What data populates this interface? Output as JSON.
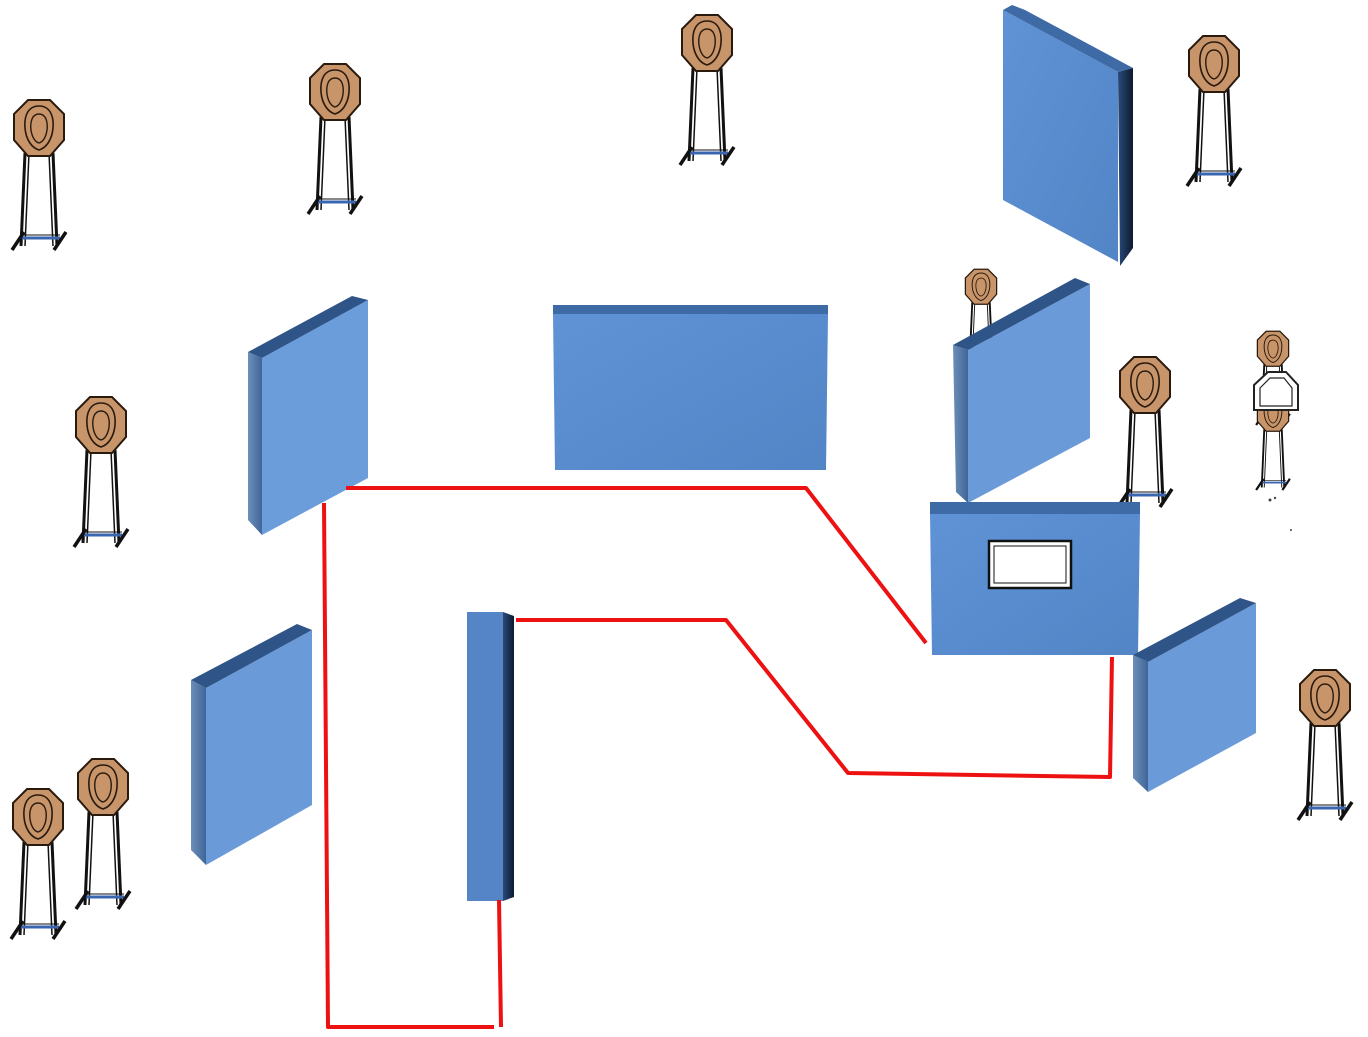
{
  "colors": {
    "background": "#ffffff",
    "wall_face": "#5b8ed0",
    "wall_face_light": "#6a9ad8",
    "wall_top": "#3e6aa5",
    "wall_edge_dark": "#1b2f52",
    "fault_line": "#ee1111",
    "target_face": "#c8956a",
    "target_outline": "#2a1a0e",
    "stand": "#111111",
    "stand_crossbar": "#3a66b0"
  },
  "legend": [],
  "objects": {
    "targets": [
      {
        "name": "target-1",
        "kind": "steel-target-on-stand"
      },
      {
        "name": "target-2",
        "kind": "steel-target-on-stand"
      },
      {
        "name": "target-3",
        "kind": "steel-target-on-stand"
      },
      {
        "name": "target-4",
        "kind": "steel-target-on-stand"
      },
      {
        "name": "target-5",
        "kind": "steel-target-on-stand"
      },
      {
        "name": "target-6",
        "kind": "steel-target-on-stand"
      },
      {
        "name": "target-7",
        "kind": "steel-target-on-stand"
      },
      {
        "name": "target-8",
        "kind": "steel-target-on-stand"
      },
      {
        "name": "target-9",
        "kind": "steel-target-on-stand"
      },
      {
        "name": "target-10",
        "kind": "steel-target-on-stand"
      },
      {
        "name": "target-11",
        "kind": "steel-target-on-stand"
      },
      {
        "name": "target-12",
        "kind": "steel-target-on-stand"
      },
      {
        "name": "target-13",
        "kind": "steel-target-on-stand"
      }
    ],
    "walls": [
      {
        "name": "wall-back-right",
        "kind": "barricade"
      },
      {
        "name": "wall-left-upper",
        "kind": "barricade"
      },
      {
        "name": "wall-center-large",
        "kind": "barricade"
      },
      {
        "name": "wall-right-angled",
        "kind": "barricade"
      },
      {
        "name": "wall-port",
        "kind": "barricade-with-port"
      },
      {
        "name": "wall-left-lower",
        "kind": "barricade"
      },
      {
        "name": "wall-narrow-center",
        "kind": "barricade"
      },
      {
        "name": "wall-right-lower",
        "kind": "barricade"
      }
    ],
    "shooting_area_outline": {
      "kind": "red-fault-line"
    }
  }
}
